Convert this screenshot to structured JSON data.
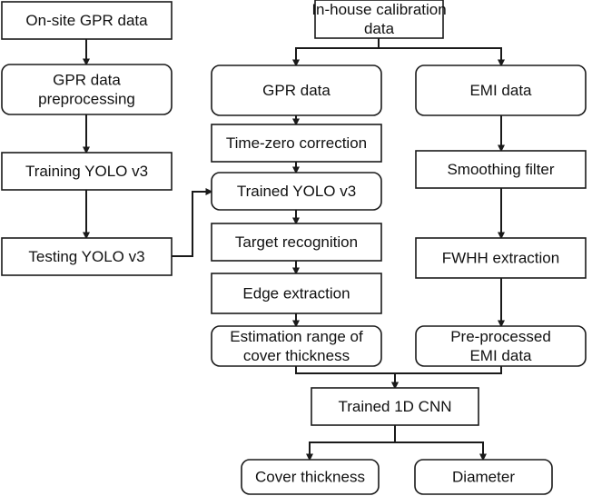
{
  "nodes": [
    {
      "id": "onsite",
      "lines": [
        "On-site GPR data"
      ]
    },
    {
      "id": "gpr_pre",
      "lines": [
        "GPR data",
        "preprocessing"
      ]
    },
    {
      "id": "train_yolo",
      "lines": [
        "Training YOLO v3"
      ]
    },
    {
      "id": "test_yolo",
      "lines": [
        "Testing YOLO v3"
      ]
    },
    {
      "id": "calib",
      "lines": [
        "In-house calibration",
        "data"
      ]
    },
    {
      "id": "gpr_data",
      "lines": [
        "GPR data"
      ]
    },
    {
      "id": "tzero",
      "lines": [
        "Time-zero correction"
      ]
    },
    {
      "id": "trained_yolo",
      "lines": [
        "Trained YOLO v3"
      ]
    },
    {
      "id": "target",
      "lines": [
        "Target recognition"
      ]
    },
    {
      "id": "edge",
      "lines": [
        "Edge extraction"
      ]
    },
    {
      "id": "est_range",
      "lines": [
        "Estimation range of",
        "cover thickness"
      ]
    },
    {
      "id": "emi_data",
      "lines": [
        "EMI data"
      ]
    },
    {
      "id": "smooth",
      "lines": [
        "Smoothing filter"
      ]
    },
    {
      "id": "fwhh",
      "lines": [
        "FWHH extraction"
      ]
    },
    {
      "id": "pre_emi",
      "lines": [
        "Pre-processed",
        "EMI data"
      ]
    },
    {
      "id": "cnn",
      "lines": [
        "Trained 1D CNN"
      ]
    },
    {
      "id": "cover",
      "lines": [
        "Cover thickness"
      ]
    },
    {
      "id": "diameter",
      "lines": [
        "Diameter"
      ]
    }
  ],
  "edges": [
    {
      "from": "onsite",
      "to": "gpr_pre"
    },
    {
      "from": "gpr_pre",
      "to": "train_yolo"
    },
    {
      "from": "train_yolo",
      "to": "test_yolo"
    },
    {
      "from": "test_yolo",
      "to": "trained_yolo"
    },
    {
      "from": "calib",
      "to": "gpr_data"
    },
    {
      "from": "calib",
      "to": "emi_data"
    },
    {
      "from": "gpr_data",
      "to": "tzero"
    },
    {
      "from": "tzero",
      "to": "trained_yolo"
    },
    {
      "from": "trained_yolo",
      "to": "target"
    },
    {
      "from": "target",
      "to": "edge"
    },
    {
      "from": "edge",
      "to": "est_range"
    },
    {
      "from": "emi_data",
      "to": "smooth"
    },
    {
      "from": "smooth",
      "to": "fwhh"
    },
    {
      "from": "fwhh",
      "to": "pre_emi"
    },
    {
      "from": "est_range",
      "to": "cnn"
    },
    {
      "from": "pre_emi",
      "to": "cnn"
    },
    {
      "from": "cnn",
      "to": "cover"
    },
    {
      "from": "cnn",
      "to": "diameter"
    }
  ]
}
